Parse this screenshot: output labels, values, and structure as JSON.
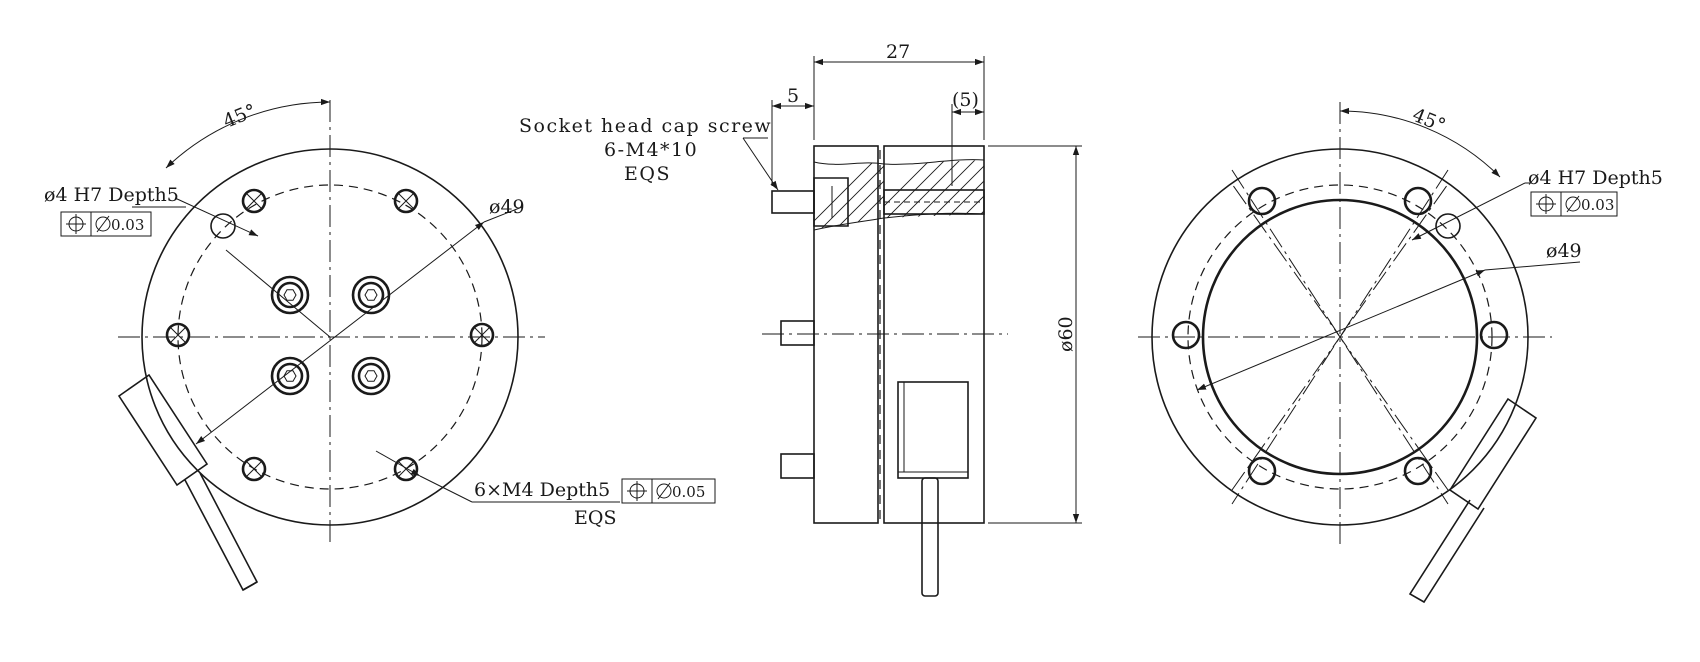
{
  "drawing": {
    "left_view": {
      "angle": "45°",
      "pin_hole": "ø4 H7 Depth5",
      "pin_tolerance": "0.03",
      "bolt_circle": "ø49",
      "tapped_holes": "6×M4 Depth5",
      "tapped_tolerance": "0.05",
      "tapped_spacing": "EQS"
    },
    "side_view": {
      "overall_length": "27",
      "screw_offset": "5",
      "hole_depth": "(5)",
      "outer_diameter": "ø60",
      "screw_note_line1": "Socket head cap screw",
      "screw_note_line2": "6-M4*10",
      "screw_note_line3": "EQS"
    },
    "right_view": {
      "angle": "45°",
      "pin_hole": "ø4  H7 Depth5",
      "pin_tolerance": "0.03",
      "bolt_circle": "ø49"
    }
  }
}
